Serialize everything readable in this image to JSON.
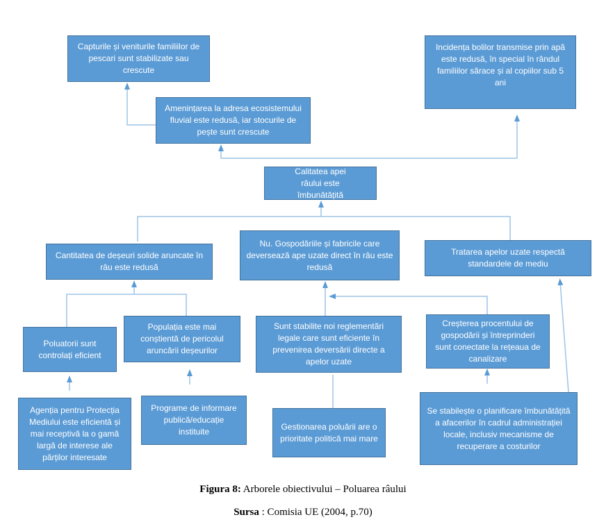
{
  "nodes": {
    "capturile": "Capturile și veniturile familiilor de pescari sunt stabilizate sau crescute",
    "incidenta": "Incidența bolilor transmise prin apă este redusă, în special în rândul familiilor sărace și al copiilor sub 5 ani",
    "amenintarea": "Amenințarea la adresa ecosistemului fluvial este redusă, iar stocurile de pește sunt crescute",
    "calitatea": "Calitatea apei râului este îmbunătățită",
    "cantitatea": "Cantitatea de deșeuri solide aruncate în râu este redusă",
    "gospodariile": "Nu. Gospodăriile și fabricile care deversează ape uzate direct în râu este redusă",
    "tratarea": "Tratarea apelor uzate respectă standardele de mediu",
    "poluatorii": "Poluatorii sunt controlați eficient",
    "populatia": "Populația este mai conștientă de pericolul aruncării deșeurilor",
    "reglementari": "Sunt stabilite noi reglementări legale care sunt eficiente în prevenirea deversării directe a apelor uzate",
    "cresterea": "Creșterea procentului de gospodării și întreprinderi sunt conectate la rețeaua de canalizare",
    "agentia": "Agenția pentru Protecția Mediului este eficientă și mai receptivă la o gamă largă de interese ale părților interesate",
    "programe": "Programe de informare publică/educație instituite",
    "gestionarea": "Gestionarea poluării are o prioritate politică mai mare",
    "planificare": "Se stabilește o planificare îmbunătățită a afacerilor în cadrul administrației locale, inclusiv mecanisme de recuperare a costurilor"
  },
  "caption": {
    "figure_label": "Figura 8:",
    "figure_title": " Arborele obiectivului – Poluarea râului",
    "source_label": "Sursa",
    "source_text": " : Comisia UE (2004, p.70)"
  },
  "colors": {
    "box_fill": "#5b9bd5",
    "box_border": "#41719c",
    "line": "#9dc3e6",
    "arrow": "#5b9bd5"
  }
}
